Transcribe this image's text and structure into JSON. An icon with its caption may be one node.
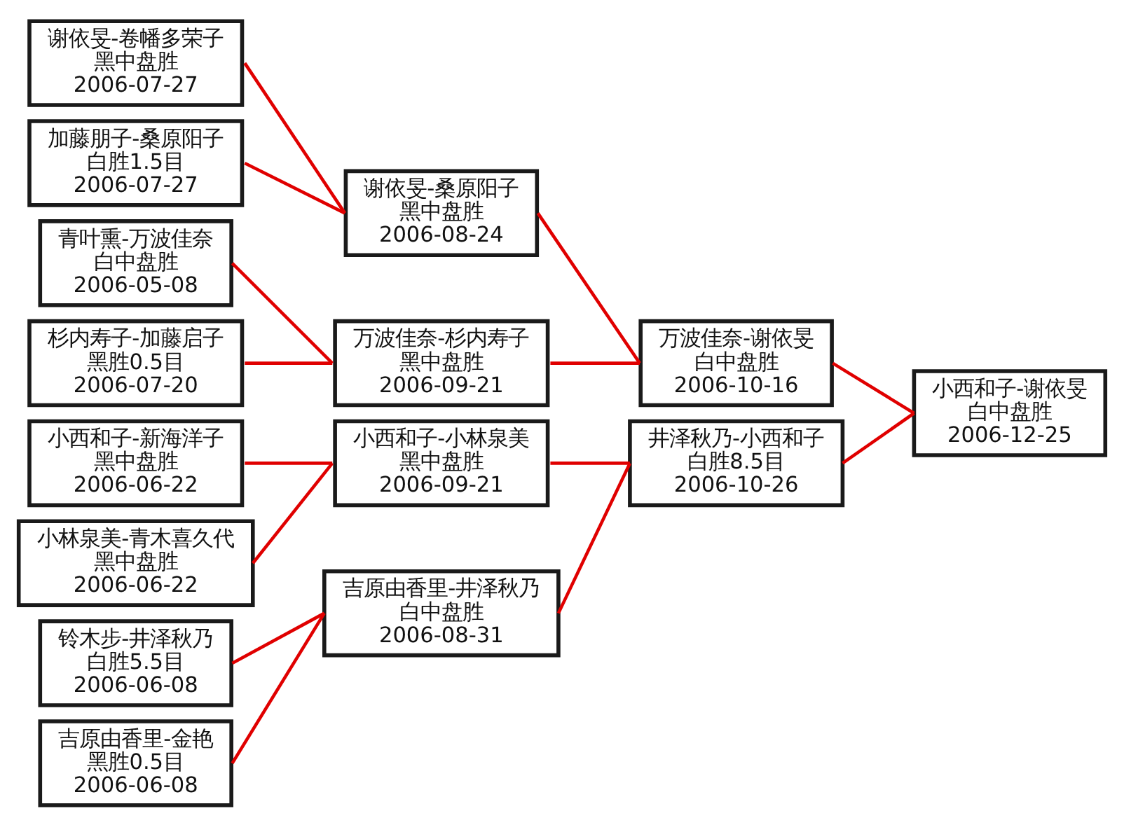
{
  "diagram": {
    "nodes": [
      {
        "text": [
          "谢依旻-卷幡多荣子",
          "黑中盘胜",
          "2006-07-27"
        ]
      },
      {
        "text": [
          "加藤朋子-桑原阳子",
          "白胜1.5目",
          "2006-07-27"
        ]
      },
      {
        "text": [
          "青叶熏-万波佳奈",
          "白中盘胜",
          "2006-05-08"
        ]
      },
      {
        "text": [
          "杉内寿子-加藤启子",
          "黑胜0.5目",
          "2006-07-20"
        ]
      },
      {
        "text": [
          "小西和子-新海洋子",
          "黑中盘胜",
          "2006-06-22"
        ]
      },
      {
        "text": [
          "小林泉美-青木喜久代",
          "黑中盘胜",
          "2006-06-22"
        ]
      },
      {
        "text": [
          "铃木步-井泽秋乃",
          "白胜5.5目",
          "2006-06-08"
        ]
      },
      {
        "text": [
          "吉原由香里-金艳",
          "黑胜0.5目",
          "2006-06-08"
        ]
      },
      {
        "text": [
          "谢依旻-桑原阳子",
          "黑中盘胜",
          "2006-08-24"
        ]
      },
      {
        "text": [
          "万波佳奈-杉内寿子",
          "黑中盘胜",
          "2006-09-21"
        ]
      },
      {
        "text": [
          "小西和子-小林泉美",
          "黑中盘胜",
          "2006-09-21"
        ]
      },
      {
        "text": [
          "吉原由香里-井泽秋乃",
          "白中盘胜",
          "2006-08-31"
        ]
      },
      {
        "text": [
          "万波佳奈-谢依旻",
          "白中盘胜",
          "2006-10-16"
        ]
      },
      {
        "text": [
          "井泽秋乃-小西和子",
          "白胜8.5目",
          "2006-10-26"
        ]
      },
      {
        "text": [
          "小西和子-谢依旻",
          "白中盘胜",
          "2006-12-25"
        ]
      }
    ],
    "edges": [
      {
        "from": 0,
        "to": 8,
        "arrow": "none"
      },
      {
        "from": 1,
        "to": 8,
        "arrow": "none"
      },
      {
        "from": 2,
        "to": 9,
        "arrow": "none"
      },
      {
        "from": 3,
        "to": 9,
        "arrow": "none"
      },
      {
        "from": 4,
        "to": 10,
        "arrow": "none"
      },
      {
        "from": 5,
        "to": 10,
        "arrow": "none"
      },
      {
        "from": 6,
        "to": 11,
        "arrow": "none"
      },
      {
        "from": 7,
        "to": 11,
        "arrow": "none"
      },
      {
        "from": 8,
        "to": 12,
        "arrow": "none"
      },
      {
        "from": 9,
        "to": 12,
        "arrow": "none"
      },
      {
        "from": 10,
        "to": 13,
        "arrow": "none"
      },
      {
        "from": 11,
        "to": 13,
        "arrow": "none"
      },
      {
        "from": 12,
        "to": 14,
        "arrow": "none"
      },
      {
        "from": 13,
        "to": 14,
        "arrow": "none"
      }
    ]
  }
}
